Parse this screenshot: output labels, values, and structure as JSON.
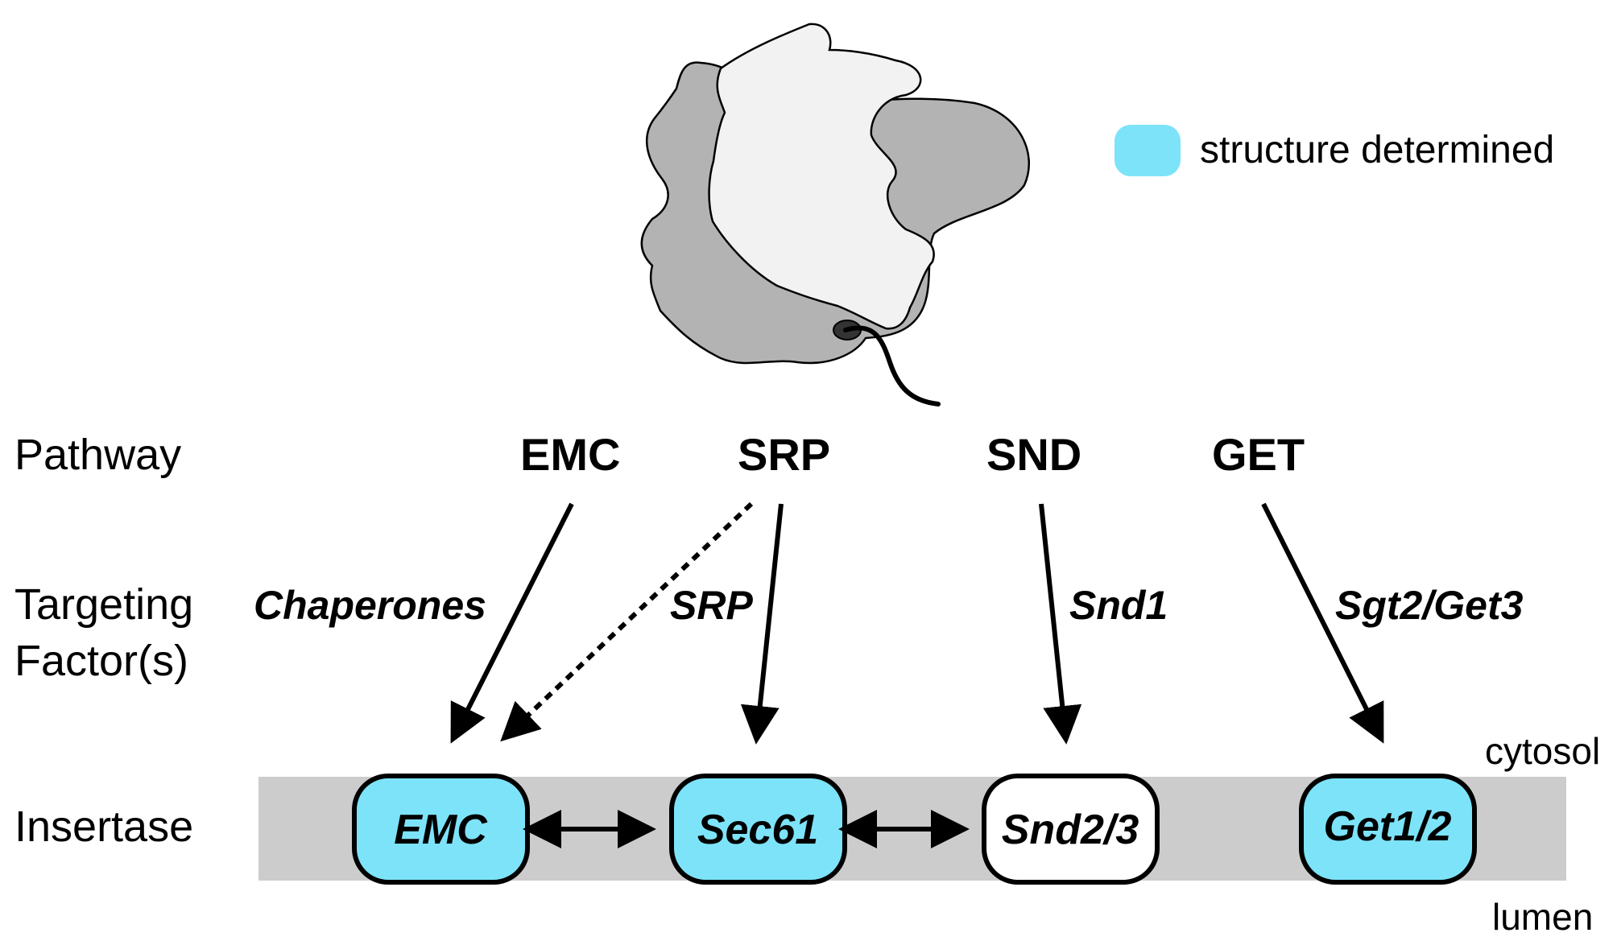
{
  "row_labels": {
    "pathway": "Pathway",
    "targeting_line1": "Targeting",
    "targeting_line2": "Factor(s)",
    "insertase": "Insertase"
  },
  "pathways": {
    "emc": "EMC",
    "srp": "SRP",
    "snd": "SND",
    "get": "GET"
  },
  "targeting_factors": {
    "chaperones": "Chaperones",
    "srp": "SRP",
    "snd1": "Snd1",
    "sgt2_get3": "Sgt2/Get3"
  },
  "insertases": {
    "emc": "EMC",
    "sec61": "Sec61",
    "snd23": "Snd2/3",
    "get12": "Get1/2"
  },
  "membrane": {
    "top_side": "cytosol",
    "bottom_side": "lumen"
  },
  "legend": {
    "label": "structure determined"
  },
  "colors": {
    "structure_determined": "#7de3f9",
    "not_determined": "#ffffff",
    "membrane": "#cccccc",
    "ribosome_large": "#b3b3b3",
    "ribosome_small": "#f2f2f2"
  }
}
